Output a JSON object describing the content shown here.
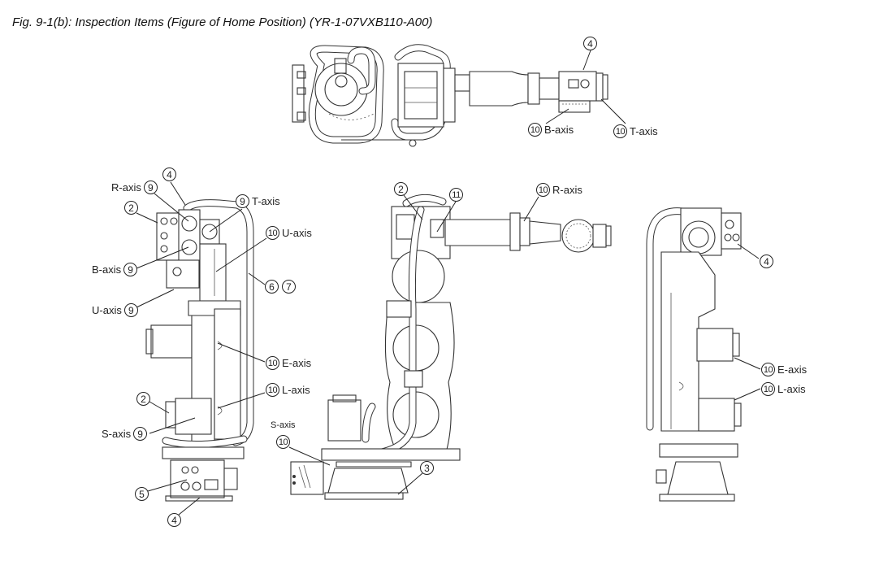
{
  "caption": "Fig. 9-1(b): Inspection Items (Figure of Home Position) (YR-1-07VXB110-A00)",
  "views": {
    "top": {
      "callouts": [
        {
          "num": "4",
          "label": ""
        },
        {
          "num": "10",
          "label": "B-axis"
        },
        {
          "num": "10",
          "label": "T-axis"
        }
      ]
    },
    "front": {
      "callouts": [
        {
          "num": "4",
          "label": ""
        },
        {
          "num": "9",
          "label": "R-axis"
        },
        {
          "num": "2",
          "label": ""
        },
        {
          "num": "9",
          "label": "T-axis"
        },
        {
          "num": "10",
          "label": "U-axis"
        },
        {
          "num": "9",
          "label": "B-axis"
        },
        {
          "num": "6",
          "label": ""
        },
        {
          "num": "7",
          "label": ""
        },
        {
          "num": "9",
          "label": "U-axis"
        },
        {
          "num": "10",
          "label": "E-axis"
        },
        {
          "num": "10",
          "label": "L-axis"
        },
        {
          "num": "2",
          "label": ""
        },
        {
          "num": "9",
          "label": "S-axis"
        },
        {
          "num": "5",
          "label": ""
        },
        {
          "num": "4",
          "label": ""
        }
      ]
    },
    "side": {
      "callouts": [
        {
          "num": "2",
          "label": ""
        },
        {
          "num": "11",
          "label": ""
        },
        {
          "num": "10",
          "label": "R-axis"
        },
        {
          "num": "10",
          "label": "S-axis"
        },
        {
          "num": "3",
          "label": ""
        }
      ]
    },
    "rear": {
      "callouts": [
        {
          "num": "4",
          "label": ""
        },
        {
          "num": "10",
          "label": "E-axis"
        },
        {
          "num": "10",
          "label": "L-axis"
        }
      ]
    }
  }
}
